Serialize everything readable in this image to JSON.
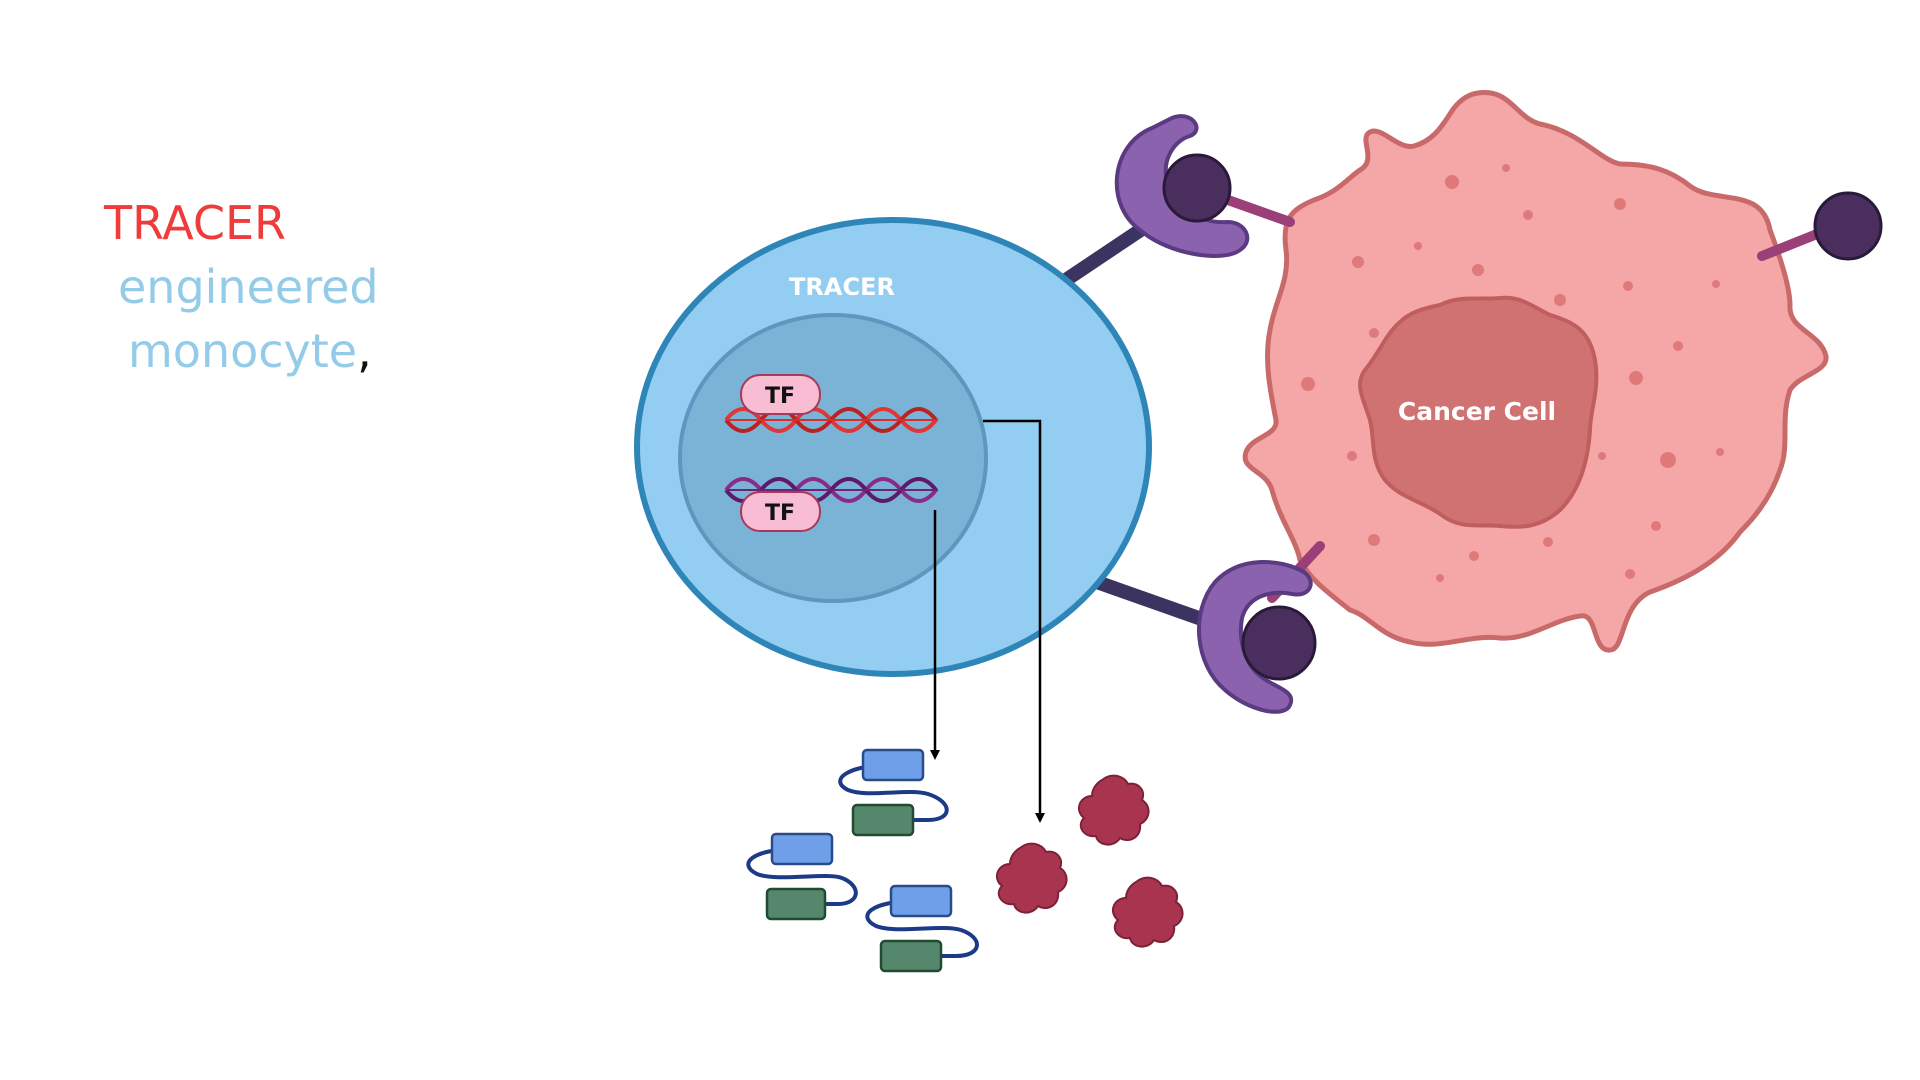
{
  "caption": {
    "line1": "TRACER",
    "line2": "engineered",
    "line3": "monocyte",
    "line3_suffix": ","
  },
  "diagram": {
    "tracer_cell_label": "TRACER",
    "tf_label_1": "TF",
    "tf_label_2": "TF",
    "cancer_cell_label": "Cancer Cell"
  },
  "colors": {
    "tracer_red": "#ef3b3b",
    "monocyte_blue": "#93cbe9",
    "cell_outline": "#2e86b8",
    "nucleus": "#7ab3d6",
    "cancer_fill": "#f5a6a6",
    "cancer_outline": "#c96a6a",
    "cancer_nucleus": "#d17272",
    "receptor_purple": "#8b62ad",
    "ligand_dark": "#4a2f5e"
  }
}
